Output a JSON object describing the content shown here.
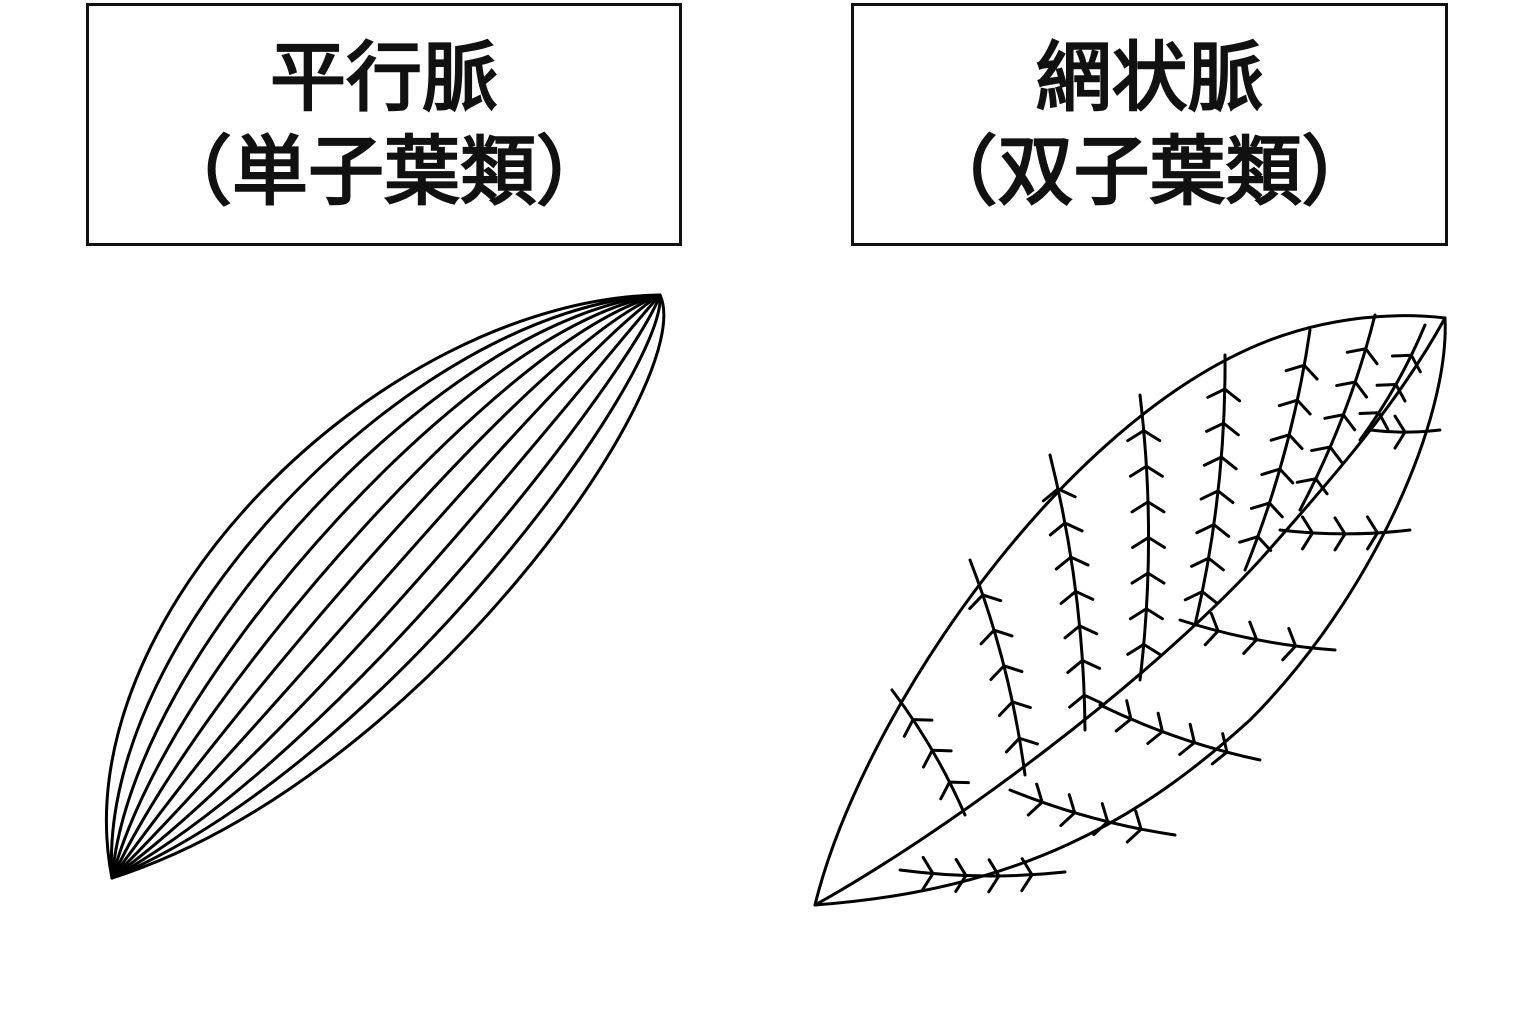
{
  "panels": [
    {
      "title": "平行脈",
      "subtitle": "（単子葉類）",
      "leaf": "parallel-venation-leaf"
    },
    {
      "title": "網状脈",
      "subtitle": "（双子葉類）",
      "leaf": "reticulate-venation-leaf"
    }
  ]
}
